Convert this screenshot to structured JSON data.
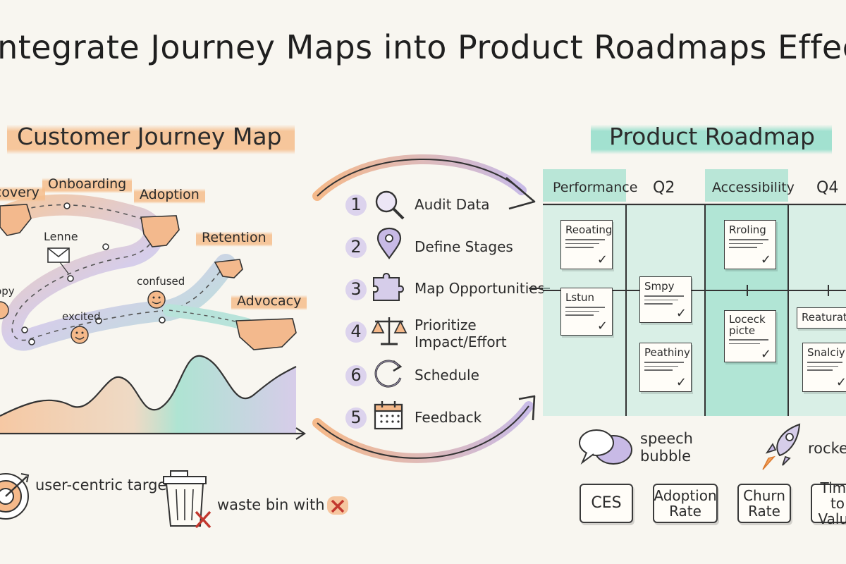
{
  "title": "Integrate Journey Maps into Product Roadmaps Effectively",
  "journey_map": {
    "title": "Customer Journey Map",
    "stages": [
      {
        "label": "Discovery"
      },
      {
        "label": "Onboarding"
      },
      {
        "label": "Adoption"
      },
      {
        "label": "Retention"
      },
      {
        "label": "Advocacy"
      }
    ],
    "annotations": {
      "email": "Lenne",
      "happy": "happy",
      "excited": "excited",
      "confused": "confused"
    },
    "icons": [
      "envelope-icon",
      "emoji-excited-icon",
      "emoji-confused-icon"
    ]
  },
  "steps": [
    {
      "number": "1",
      "label": "Audit Data",
      "icon": "magnifier-icon"
    },
    {
      "number": "2",
      "label": "Define Stages",
      "icon": "map-pin-icon"
    },
    {
      "number": "3",
      "label": "Map Opportunities",
      "icon": "puzzle-icon"
    },
    {
      "number": "4",
      "label": "Prioritize",
      "label2": "Impact/Effort",
      "icon": "scales-icon"
    },
    {
      "number": "6",
      "label": "Schedule",
      "icon": "refresh-icon"
    },
    {
      "number": "5",
      "label": "Feedback",
      "icon": "calendar-icon"
    }
  ],
  "roadmap": {
    "title": "Product Roadmap",
    "columns": [
      "Performance",
      "Q2",
      "Accessibility",
      "Q4"
    ],
    "cards": [
      {
        "label": "Reoating"
      },
      {
        "label": "Lstun"
      },
      {
        "label": "Smpy"
      },
      {
        "label": "Peathiny"
      },
      {
        "label": "Rroling"
      },
      {
        "label": "Loceck picte"
      },
      {
        "label": "Reaturat"
      },
      {
        "label": "Snalciy"
      }
    ]
  },
  "legend": {
    "target": "user-centric target",
    "bin": "waste bin with",
    "speech": "speech bubble",
    "rocket": "rocket"
  },
  "metrics": [
    {
      "label": "CES"
    },
    {
      "label": "Adoption Rate"
    },
    {
      "label": "Churn Rate"
    },
    {
      "label": "Time to Value"
    }
  ],
  "colors": {
    "orange": "#f5b98a",
    "teal": "#8fdcc6",
    "purple": "#c8bae6",
    "ink": "#2b2b2b"
  }
}
